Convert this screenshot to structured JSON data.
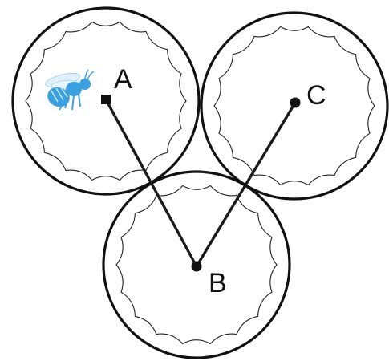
{
  "colors": {
    "outline": "#111111",
    "line": "#1a1a1a",
    "bee": "#3aa0e0",
    "background": "#ffffff"
  },
  "cells": [
    {
      "id": "A",
      "label": "A",
      "icon": "bee-icon"
    },
    {
      "id": "C",
      "label": "C"
    },
    {
      "id": "B",
      "label": "B"
    }
  ],
  "connections": [
    {
      "from": "A",
      "to": "B"
    },
    {
      "from": "B",
      "to": "C"
    }
  ]
}
